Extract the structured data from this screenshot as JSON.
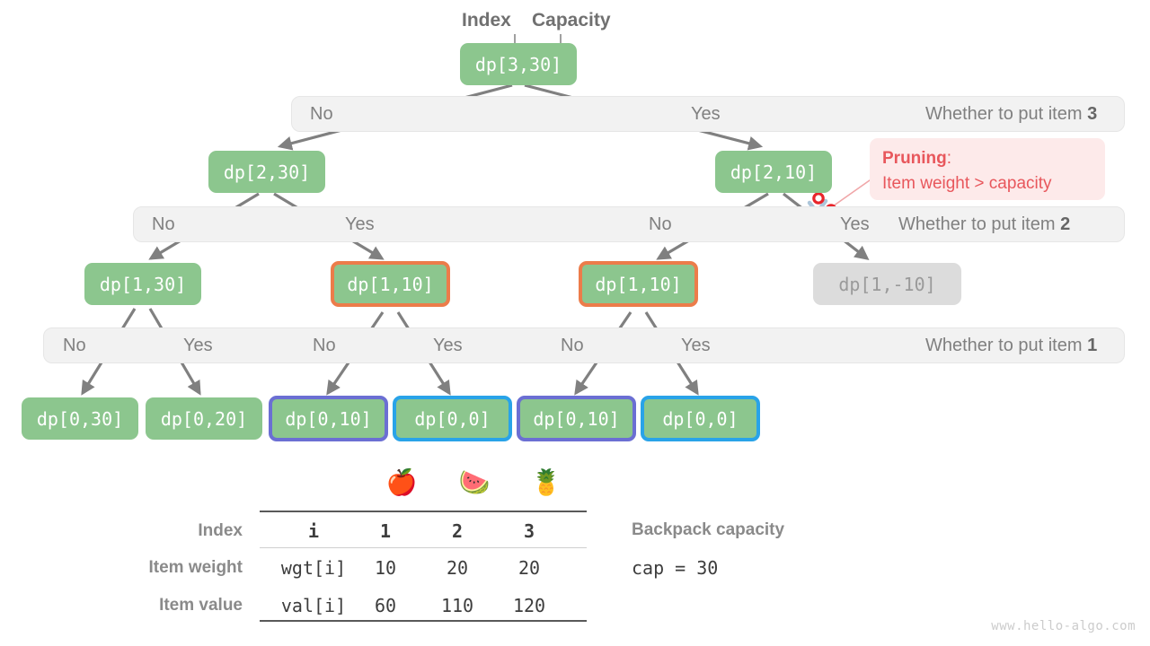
{
  "annotations": {
    "index_label": "Index",
    "capacity_label": "Capacity"
  },
  "tree": {
    "root": {
      "label": "dp[3,30]"
    },
    "level2": [
      {
        "label": "dp[2,30]"
      },
      {
        "label": "dp[2,10]"
      }
    ],
    "level3": [
      {
        "label": "dp[1,30]",
        "style": "plain"
      },
      {
        "label": "dp[1,10]",
        "style": "orange"
      },
      {
        "label": "dp[1,10]",
        "style": "orange"
      },
      {
        "label": "dp[1,-10]",
        "style": "muted"
      }
    ],
    "level4": [
      {
        "label": "dp[0,30]",
        "style": "plain"
      },
      {
        "label": "dp[0,20]",
        "style": "plain"
      },
      {
        "label": "dp[0,10]",
        "style": "purple"
      },
      {
        "label": "dp[0,0]",
        "style": "blue"
      },
      {
        "label": "dp[0,10]",
        "style": "purple"
      },
      {
        "label": "dp[0,0]",
        "style": "blue"
      }
    ]
  },
  "bars": [
    {
      "title_prefix": "Whether to put item ",
      "title_item": "3",
      "choices": [
        "No",
        "Yes"
      ]
    },
    {
      "title_prefix": "Whether to put item ",
      "title_item": "2",
      "choices": [
        "No",
        "Yes",
        "No",
        "Yes"
      ]
    },
    {
      "title_prefix": "Whether to put item ",
      "title_item": "1",
      "choices": [
        "No",
        "Yes",
        "No",
        "Yes",
        "No",
        "Yes"
      ]
    }
  ],
  "pruning": {
    "title": "Pruning",
    "colon": ":",
    "text": "Item weight > capacity",
    "icon": "scissors-icon"
  },
  "table": {
    "fruits": [
      "🍎",
      "🍉",
      "🍍"
    ],
    "row_labels": [
      "Index",
      "Item weight",
      "Item value"
    ],
    "key_column": [
      "i",
      "wgt[i]",
      "val[i]"
    ],
    "rows": [
      [
        "1",
        "2",
        "3"
      ],
      [
        "10",
        "20",
        "20"
      ],
      [
        "60",
        "110",
        "120"
      ]
    ]
  },
  "capacity_note": {
    "label": "Backpack capacity",
    "value": "cap = 30"
  },
  "watermark": "www.hello-algo.com",
  "colors": {
    "node_green": "#8cc68e",
    "node_muted": "#dcdcdc",
    "border_orange": "#ec7c4a",
    "border_purple": "#6b6fd3",
    "border_blue": "#29a3e8",
    "bar_bg": "#f2f2f2",
    "edge_gray": "#808080",
    "pruning_red": "#e8575c",
    "pruning_bg": "#fdeaea"
  }
}
